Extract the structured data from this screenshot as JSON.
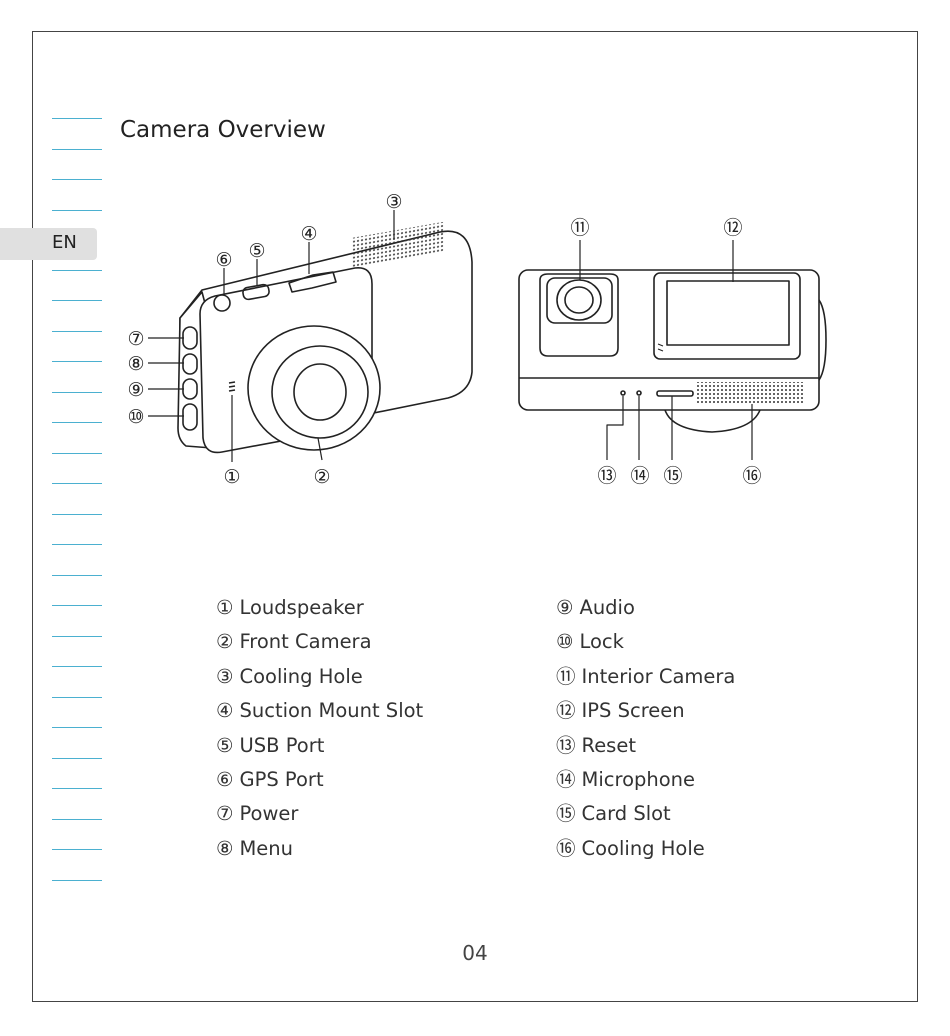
{
  "language_tab": "EN",
  "title": "Camera Overview",
  "callouts": {
    "c1": "①",
    "c2": "②",
    "c3": "③",
    "c4": "④",
    "c5": "⑤",
    "c6": "⑥",
    "c7": "⑦",
    "c8": "⑧",
    "c9": "⑨",
    "c10": "⑩",
    "c11": "⑪",
    "c12": "⑫",
    "c13": "⑬",
    "c14": "⑭",
    "c15": "⑮",
    "c16": "⑯"
  },
  "legend_left": [
    {
      "num": "①",
      "label": "Loudspeaker"
    },
    {
      "num": "②",
      "label": "Front Camera"
    },
    {
      "num": "③",
      "label": "Cooling Hole"
    },
    {
      "num": "④",
      "label": "Suction Mount Slot"
    },
    {
      "num": "⑤",
      "label": "USB Port"
    },
    {
      "num": "⑥",
      "label": "GPS Port"
    },
    {
      "num": "⑦",
      "label": "Power"
    },
    {
      "num": "⑧",
      "label": "Menu"
    }
  ],
  "legend_right": [
    {
      "num": "⑨",
      "label": "Audio"
    },
    {
      "num": "⑩",
      "label": "Lock"
    },
    {
      "num": "⑪",
      "label": "Interior Camera"
    },
    {
      "num": "⑫",
      "label": "IPS Screen"
    },
    {
      "num": "⑬",
      "label": "Reset"
    },
    {
      "num": "⑭",
      "label": "Microphone"
    },
    {
      "num": "⑮",
      "label": "Card Slot"
    },
    {
      "num": "⑯",
      "label": "Cooling Hole"
    }
  ],
  "page_number": "04",
  "colors": {
    "margin_lines": "#4bb0d0",
    "tab_background": "#e0e0e0",
    "frame": "#444444"
  }
}
